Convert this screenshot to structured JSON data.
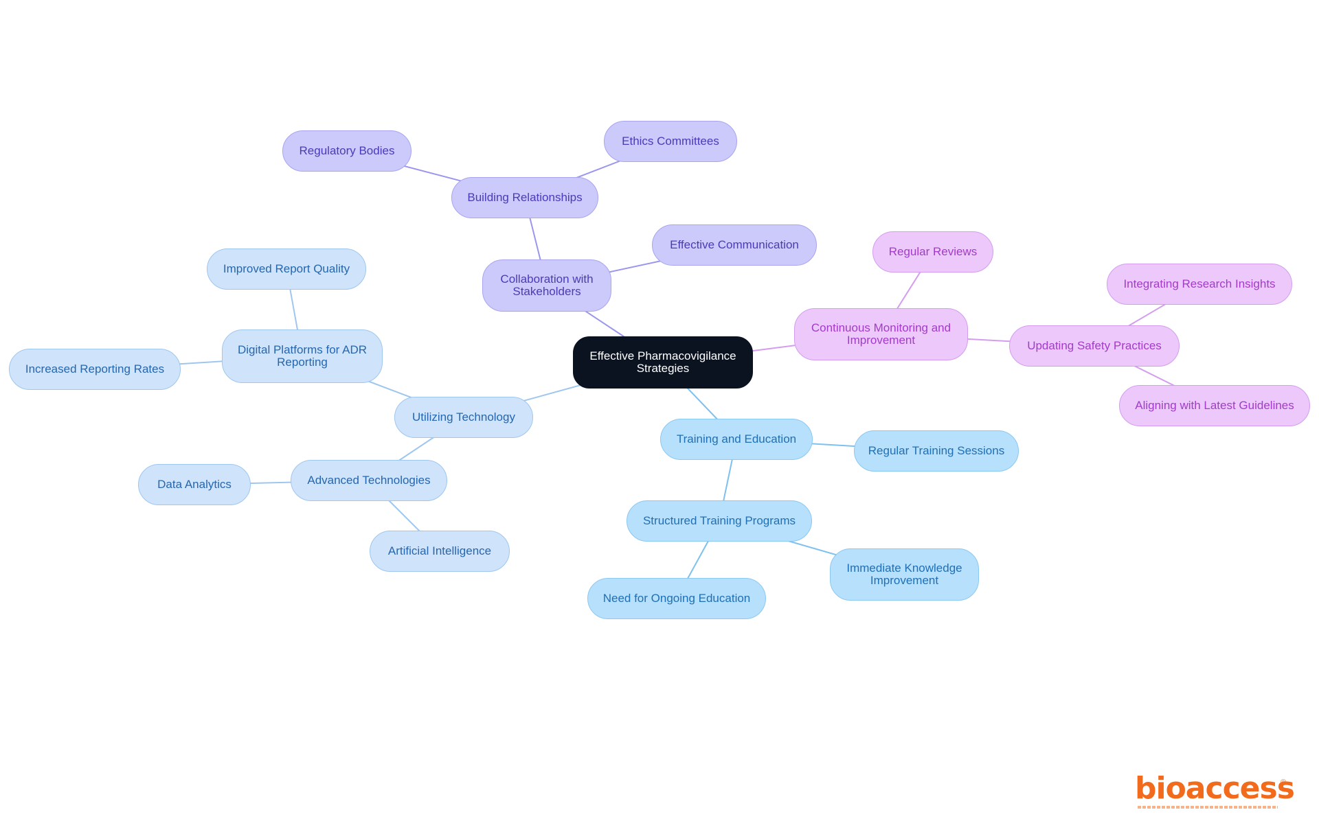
{
  "diagram": {
    "root": {
      "label": "Effective Pharmacovigilance Strategies"
    },
    "collaboration": {
      "label": "Collaboration with Stakeholders",
      "building_relationships": "Building Relationships",
      "regulatory_bodies": "Regulatory Bodies",
      "ethics_committees": "Ethics Committees",
      "effective_communication": "Effective Communication"
    },
    "continuous_monitoring": {
      "label": "Continuous Monitoring and Improvement",
      "regular_reviews": "Regular Reviews",
      "updating_safety_practices": "Updating Safety Practices",
      "integrating_research_insights": "Integrating Research Insights",
      "aligning_with_latest_guidelines": "Aligning with Latest Guidelines"
    },
    "training": {
      "label": "Training and Education",
      "regular_training_sessions": "Regular Training Sessions",
      "structured_training_programs": "Structured Training Programs",
      "immediate_knowledge_improvement": "Immediate Knowledge Improvement",
      "need_for_ongoing_education": "Need for Ongoing Education"
    },
    "technology": {
      "label": "Utilizing Technology",
      "digital_platforms": "Digital Platforms for ADR Reporting",
      "improved_report_quality": "Improved Report Quality",
      "increased_reporting_rates": "Increased Reporting Rates",
      "advanced_technologies": "Advanced Technologies",
      "data_analytics": "Data Analytics",
      "artificial_intelligence": "Artificial Intelligence"
    }
  },
  "edges": [
    {
      "from": "root",
      "to": "collab",
      "color": "#9a96ee"
    },
    {
      "from": "collab",
      "to": "building",
      "color": "#9a96ee"
    },
    {
      "from": "building",
      "to": "regulatory",
      "color": "#9a96ee"
    },
    {
      "from": "building",
      "to": "ethics",
      "color": "#9a96ee"
    },
    {
      "from": "collab",
      "to": "effcomm",
      "color": "#9a96ee"
    },
    {
      "from": "root",
      "to": "monitor",
      "color": "#d49cf0"
    },
    {
      "from": "monitor",
      "to": "reviews",
      "color": "#d49cf0"
    },
    {
      "from": "monitor",
      "to": "updating",
      "color": "#d49cf0"
    },
    {
      "from": "updating",
      "to": "integrating",
      "color": "#d49cf0"
    },
    {
      "from": "updating",
      "to": "aligning",
      "color": "#d49cf0"
    },
    {
      "from": "root",
      "to": "training",
      "color": "#7ec0ee"
    },
    {
      "from": "training",
      "to": "sessions",
      "color": "#7ec0ee"
    },
    {
      "from": "training",
      "to": "structured",
      "color": "#7ec0ee"
    },
    {
      "from": "structured",
      "to": "immediate",
      "color": "#7ec0ee"
    },
    {
      "from": "structured",
      "to": "ongoing",
      "color": "#7ec0ee"
    },
    {
      "from": "root",
      "to": "tech",
      "color": "#9ec6ef"
    },
    {
      "from": "tech",
      "to": "digital",
      "color": "#9ec6ef"
    },
    {
      "from": "digital",
      "to": "quality",
      "color": "#9ec6ef"
    },
    {
      "from": "digital",
      "to": "rates",
      "color": "#9ec6ef"
    },
    {
      "from": "tech",
      "to": "advanced",
      "color": "#9ec6ef"
    },
    {
      "from": "advanced",
      "to": "analytics",
      "color": "#9ec6ef"
    },
    {
      "from": "advanced",
      "to": "ai",
      "color": "#9ec6ef"
    }
  ],
  "logo": {
    "text": "bioaccess",
    "mark": "®"
  }
}
